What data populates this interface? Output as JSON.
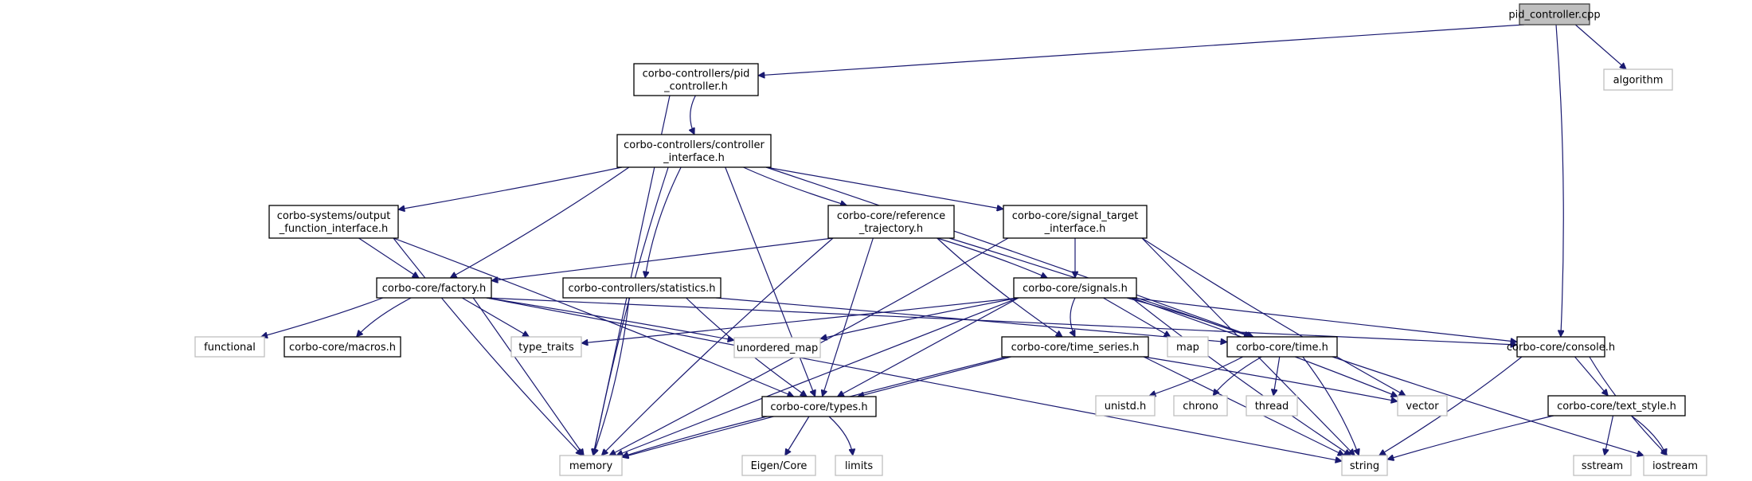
{
  "title": "Include dependency graph for pid_controller.cpp",
  "colors": {
    "edge": "#191970",
    "root_fill": "#bfbfbf",
    "node_border": "#000000",
    "external_border": "#bfbfbf"
  },
  "nodes": [
    {
      "id": "pid_cpp",
      "lines": [
        "pid_controller.cpp"
      ],
      "kind": "root"
    },
    {
      "id": "algorithm",
      "lines": [
        "algorithm"
      ],
      "kind": "external"
    },
    {
      "id": "pid_h",
      "lines": [
        "corbo-controllers/pid",
        "_controller.h"
      ],
      "kind": "internal"
    },
    {
      "id": "ctrl_if",
      "lines": [
        "corbo-controllers/controller",
        "_interface.h"
      ],
      "kind": "internal"
    },
    {
      "id": "out_fn_if",
      "lines": [
        "corbo-systems/output",
        "_function_interface.h"
      ],
      "kind": "internal"
    },
    {
      "id": "ref_traj",
      "lines": [
        "corbo-core/reference",
        "_trajectory.h"
      ],
      "kind": "internal"
    },
    {
      "id": "sig_target",
      "lines": [
        "corbo-core/signal_target",
        "_interface.h"
      ],
      "kind": "internal"
    },
    {
      "id": "factory",
      "lines": [
        "corbo-core/factory.h"
      ],
      "kind": "internal"
    },
    {
      "id": "statistics",
      "lines": [
        "corbo-controllers/statistics.h"
      ],
      "kind": "internal"
    },
    {
      "id": "signals",
      "lines": [
        "corbo-core/signals.h"
      ],
      "kind": "internal"
    },
    {
      "id": "functional",
      "lines": [
        "functional"
      ],
      "kind": "external"
    },
    {
      "id": "macros",
      "lines": [
        "corbo-core/macros.h"
      ],
      "kind": "internal"
    },
    {
      "id": "type_traits",
      "lines": [
        "type_traits"
      ],
      "kind": "external"
    },
    {
      "id": "unordered_map",
      "lines": [
        "unordered_map"
      ],
      "kind": "external"
    },
    {
      "id": "time_series",
      "lines": [
        "corbo-core/time_series.h"
      ],
      "kind": "internal"
    },
    {
      "id": "map",
      "lines": [
        "map"
      ],
      "kind": "external"
    },
    {
      "id": "time",
      "lines": [
        "corbo-core/time.h"
      ],
      "kind": "internal"
    },
    {
      "id": "console",
      "lines": [
        "corbo-core/console.h"
      ],
      "kind": "internal"
    },
    {
      "id": "types",
      "lines": [
        "corbo-core/types.h"
      ],
      "kind": "internal"
    },
    {
      "id": "unistd",
      "lines": [
        "unistd.h"
      ],
      "kind": "external"
    },
    {
      "id": "chrono",
      "lines": [
        "chrono"
      ],
      "kind": "external"
    },
    {
      "id": "thread",
      "lines": [
        "thread"
      ],
      "kind": "external"
    },
    {
      "id": "vector",
      "lines": [
        "vector"
      ],
      "kind": "external"
    },
    {
      "id": "text_style",
      "lines": [
        "corbo-core/text_style.h"
      ],
      "kind": "internal"
    },
    {
      "id": "memory",
      "lines": [
        "memory"
      ],
      "kind": "external"
    },
    {
      "id": "eigen",
      "lines": [
        "Eigen/Core"
      ],
      "kind": "external"
    },
    {
      "id": "limits",
      "lines": [
        "limits"
      ],
      "kind": "external"
    },
    {
      "id": "string",
      "lines": [
        "string"
      ],
      "kind": "external"
    },
    {
      "id": "sstream",
      "lines": [
        "sstream"
      ],
      "kind": "external"
    },
    {
      "id": "iostream",
      "lines": [
        "iostream"
      ],
      "kind": "external"
    }
  ],
  "edges": [
    [
      "pid_cpp",
      "pid_h"
    ],
    [
      "pid_cpp",
      "algorithm"
    ],
    [
      "pid_cpp",
      "console"
    ],
    [
      "pid_h",
      "ctrl_if"
    ],
    [
      "pid_h",
      "memory"
    ],
    [
      "ctrl_if",
      "out_fn_if"
    ],
    [
      "ctrl_if",
      "ref_traj"
    ],
    [
      "ctrl_if",
      "sig_target"
    ],
    [
      "ctrl_if",
      "factory"
    ],
    [
      "ctrl_if",
      "statistics"
    ],
    [
      "ctrl_if",
      "types"
    ],
    [
      "ctrl_if",
      "time"
    ],
    [
      "ctrl_if",
      "memory"
    ],
    [
      "out_fn_if",
      "factory"
    ],
    [
      "out_fn_if",
      "types"
    ],
    [
      "out_fn_if",
      "memory"
    ],
    [
      "ref_traj",
      "factory"
    ],
    [
      "ref_traj",
      "signals"
    ],
    [
      "ref_traj",
      "time_series"
    ],
    [
      "ref_traj",
      "types"
    ],
    [
      "ref_traj",
      "time"
    ],
    [
      "ref_traj",
      "memory"
    ],
    [
      "sig_target",
      "signals"
    ],
    [
      "sig_target",
      "memory"
    ],
    [
      "sig_target",
      "vector"
    ],
    [
      "sig_target",
      "string"
    ],
    [
      "factory",
      "functional"
    ],
    [
      "factory",
      "macros"
    ],
    [
      "factory",
      "type_traits"
    ],
    [
      "factory",
      "unordered_map"
    ],
    [
      "factory",
      "console"
    ],
    [
      "factory",
      "memory"
    ],
    [
      "factory",
      "string"
    ],
    [
      "statistics",
      "types"
    ],
    [
      "statistics",
      "time"
    ],
    [
      "statistics",
      "memory"
    ],
    [
      "signals",
      "time_series"
    ],
    [
      "signals",
      "map"
    ],
    [
      "signals",
      "time"
    ],
    [
      "signals",
      "console"
    ],
    [
      "signals",
      "types"
    ],
    [
      "signals",
      "type_traits"
    ],
    [
      "signals",
      "unordered_map"
    ],
    [
      "signals",
      "memory"
    ],
    [
      "signals",
      "vector"
    ],
    [
      "signals",
      "string"
    ],
    [
      "time_series",
      "types"
    ],
    [
      "time_series",
      "vector"
    ],
    [
      "time_series",
      "memory"
    ],
    [
      "time_series",
      "string"
    ],
    [
      "time",
      "unistd"
    ],
    [
      "time",
      "chrono"
    ],
    [
      "time",
      "thread"
    ],
    [
      "time",
      "string"
    ],
    [
      "time",
      "iostream"
    ],
    [
      "console",
      "text_style"
    ],
    [
      "console",
      "string"
    ],
    [
      "console",
      "iostream"
    ],
    [
      "text_style",
      "sstream"
    ],
    [
      "text_style",
      "iostream"
    ],
    [
      "text_style",
      "string"
    ],
    [
      "types",
      "eigen"
    ],
    [
      "types",
      "limits"
    ],
    [
      "types",
      "memory"
    ]
  ]
}
